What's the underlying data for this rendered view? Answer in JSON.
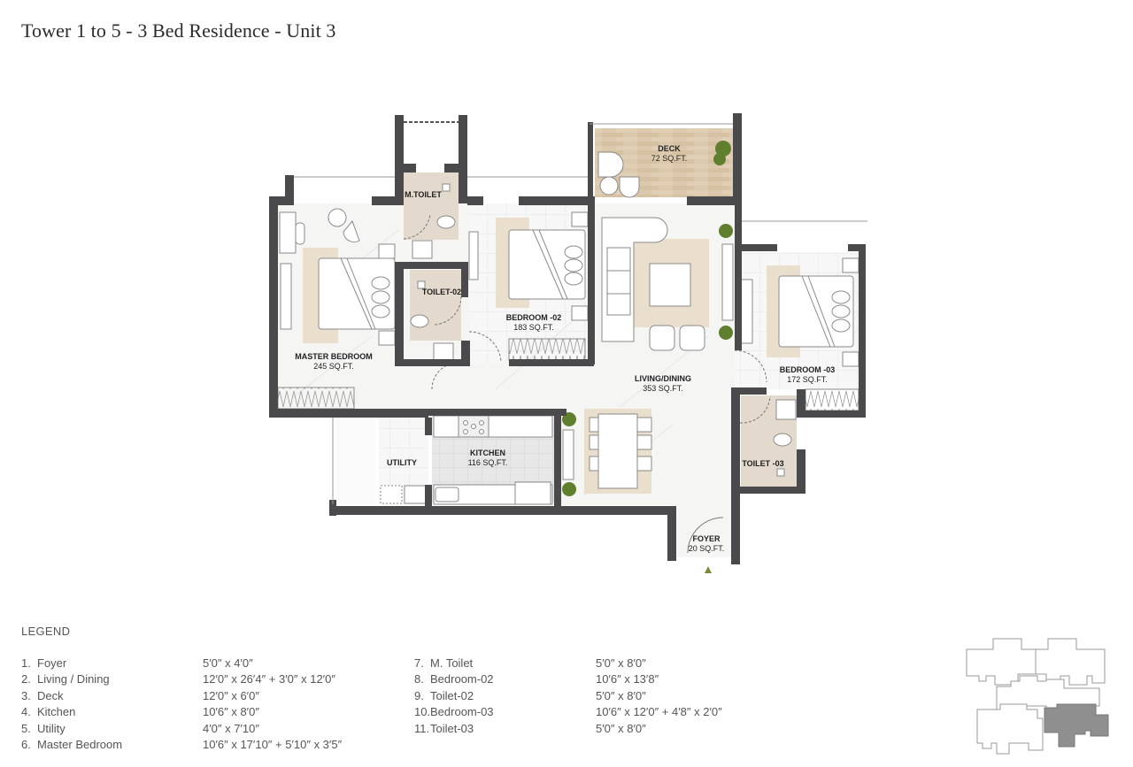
{
  "title": "Tower 1 to 5 - 3 Bed Residence - Unit 3",
  "floor_plan": {
    "rooms": [
      {
        "id": "deck",
        "label": "DECK",
        "area": "72 SQ.FT."
      },
      {
        "id": "m_toilet",
        "label": "M.TOILET",
        "area": ""
      },
      {
        "id": "master_bedroom",
        "label": "MASTER BEDROOM",
        "area": "245 SQ.FT."
      },
      {
        "id": "toilet_02",
        "label": "TOILET-02",
        "area": ""
      },
      {
        "id": "bedroom_02",
        "label": "BEDROOM -02",
        "area": "183 SQ.FT."
      },
      {
        "id": "living_dining",
        "label": "LIVING/DINING",
        "area": "353 SQ.FT."
      },
      {
        "id": "bedroom_03",
        "label": "BEDROOM -03",
        "area": "172 SQ.FT."
      },
      {
        "id": "toilet_03",
        "label": "TOILET -03",
        "area": ""
      },
      {
        "id": "utility",
        "label": "UTILITY",
        "area": ""
      },
      {
        "id": "kitchen",
        "label": "KITCHEN",
        "area": "116 SQ.FT."
      },
      {
        "id": "foyer",
        "label": "FOYER",
        "area": "20 SQ.FT."
      }
    ],
    "colors": {
      "wall": "#4a4a4c",
      "wet_floor": "#e3d9cc",
      "deck_floor": "#dcc9ad",
      "rug": "#eadfcd",
      "kitchen_floor": "#e6e6e6",
      "plant": "#5f7f2f",
      "entry_marker": "#7a8c3a"
    }
  },
  "legend": {
    "heading": "LEGEND",
    "items": [
      {
        "num": "1.",
        "name": "Foyer",
        "dims": "5′0″ x 4′0″"
      },
      {
        "num": "2.",
        "name": "Living / Dining",
        "dims": "12′0″ x 26′4″ + 3′0″ x 12′0″"
      },
      {
        "num": "3.",
        "name": "Deck",
        "dims": "12′0″ x 6′0″"
      },
      {
        "num": "4.",
        "name": "Kitchen",
        "dims": "10′6″ x 8′0″"
      },
      {
        "num": "5.",
        "name": "Utility",
        "dims": "4′0″ x 7′10″"
      },
      {
        "num": "6.",
        "name": "Master Bedroom",
        "dims": "10′6″ x 17′10″ + 5′10″ x 3′5″"
      },
      {
        "num": "7.",
        "name": "M. Toilet",
        "dims": "5′0″ x 8′0″"
      },
      {
        "num": "8.",
        "name": "Bedroom-02",
        "dims": "10′6″ x 13′8″"
      },
      {
        "num": "9.",
        "name": "Toilet-02",
        "dims": "5′0″ x 8′0″"
      },
      {
        "num": "10.",
        "name": "Bedroom-03",
        "dims": "10′6″ x 12′0″ + 4′8″ x 2′0″"
      },
      {
        "num": "11.",
        "name": "Toilet-03",
        "dims": "5′0″ x 8′0″"
      }
    ]
  },
  "key_plan": {
    "highlighted_unit": "bottom-right",
    "highlight_color": "#8f8f8f"
  }
}
